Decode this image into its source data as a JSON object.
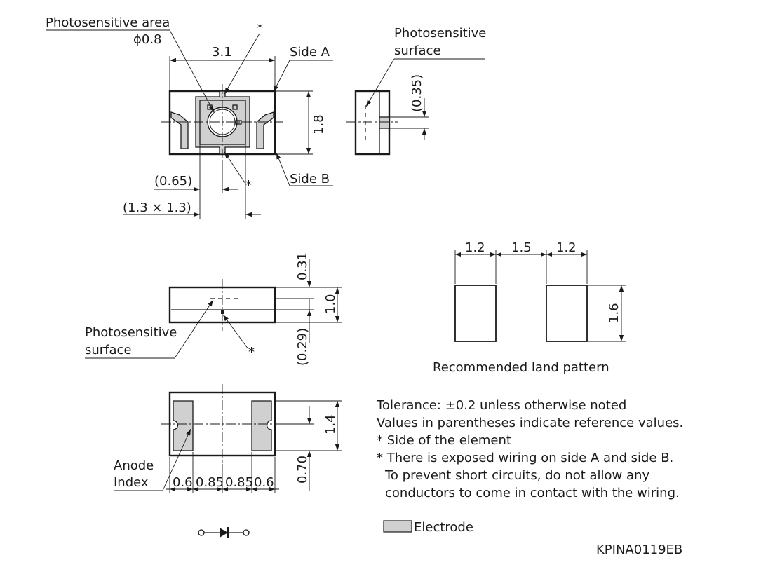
{
  "labels": {
    "photosensitive_area": "Photosensitive area",
    "phi": "ϕ0.8",
    "star_top": "*",
    "star_mid": "*",
    "star_side": "*",
    "side_a": "Side A",
    "side_b": "Side B",
    "surface_right_1": "Photosensitive",
    "surface_right_2": "surface",
    "surface_left_1": "Photosensitive",
    "surface_left_2": "surface",
    "anode_1": "Anode",
    "anode_2": "Index",
    "land_caption": "Recommended land pattern"
  },
  "dims": {
    "d31": "3.1",
    "d18": "1.8",
    "d065": "(0.65)",
    "d13x13": "(1.3 × 1.3)",
    "d035": "(0.35)",
    "d031": "0.31",
    "d10": "1.0",
    "d029": "(0.29)",
    "d14": "1.4",
    "d070": "0.70",
    "b1": "0.6",
    "b2": "0.85",
    "b3": "0.85",
    "b4": "0.6",
    "lp1": "1.2",
    "lp2": "1.5",
    "lp3": "1.2",
    "lp16": "1.6"
  },
  "notes": {
    "line1": "Tolerance: ±0.2 unless otherwise noted",
    "line2": "Values in parentheses indicate reference values.",
    "line3": "* Side of the element",
    "line4": "* There is exposed wiring on side A and side B.",
    "line5": "To prevent short circuits, do not allow any",
    "line6": "conductors to come in contact with the wiring."
  },
  "legend": {
    "electrode": "Electrode",
    "electrode_color": "#d0d0d0"
  },
  "drawing_code": "KPINA0119EB"
}
